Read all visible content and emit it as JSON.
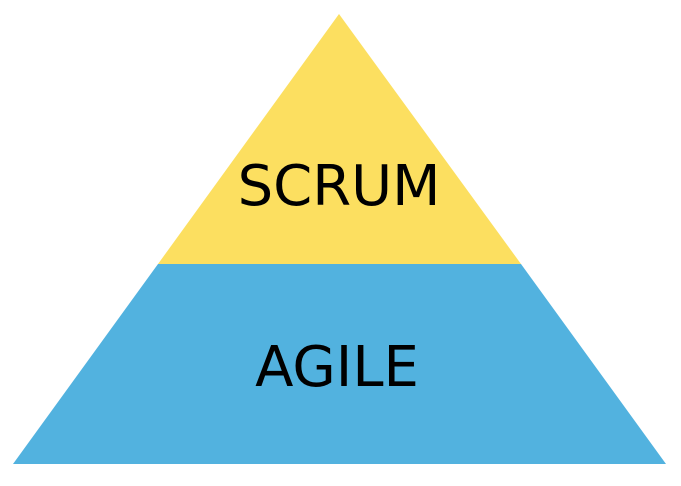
{
  "diagram": {
    "type": "pyramid",
    "tiers": [
      {
        "label": "SCRUM",
        "color": "#FCDF60"
      },
      {
        "label": "AGILE",
        "color": "#52B2DF"
      }
    ]
  }
}
